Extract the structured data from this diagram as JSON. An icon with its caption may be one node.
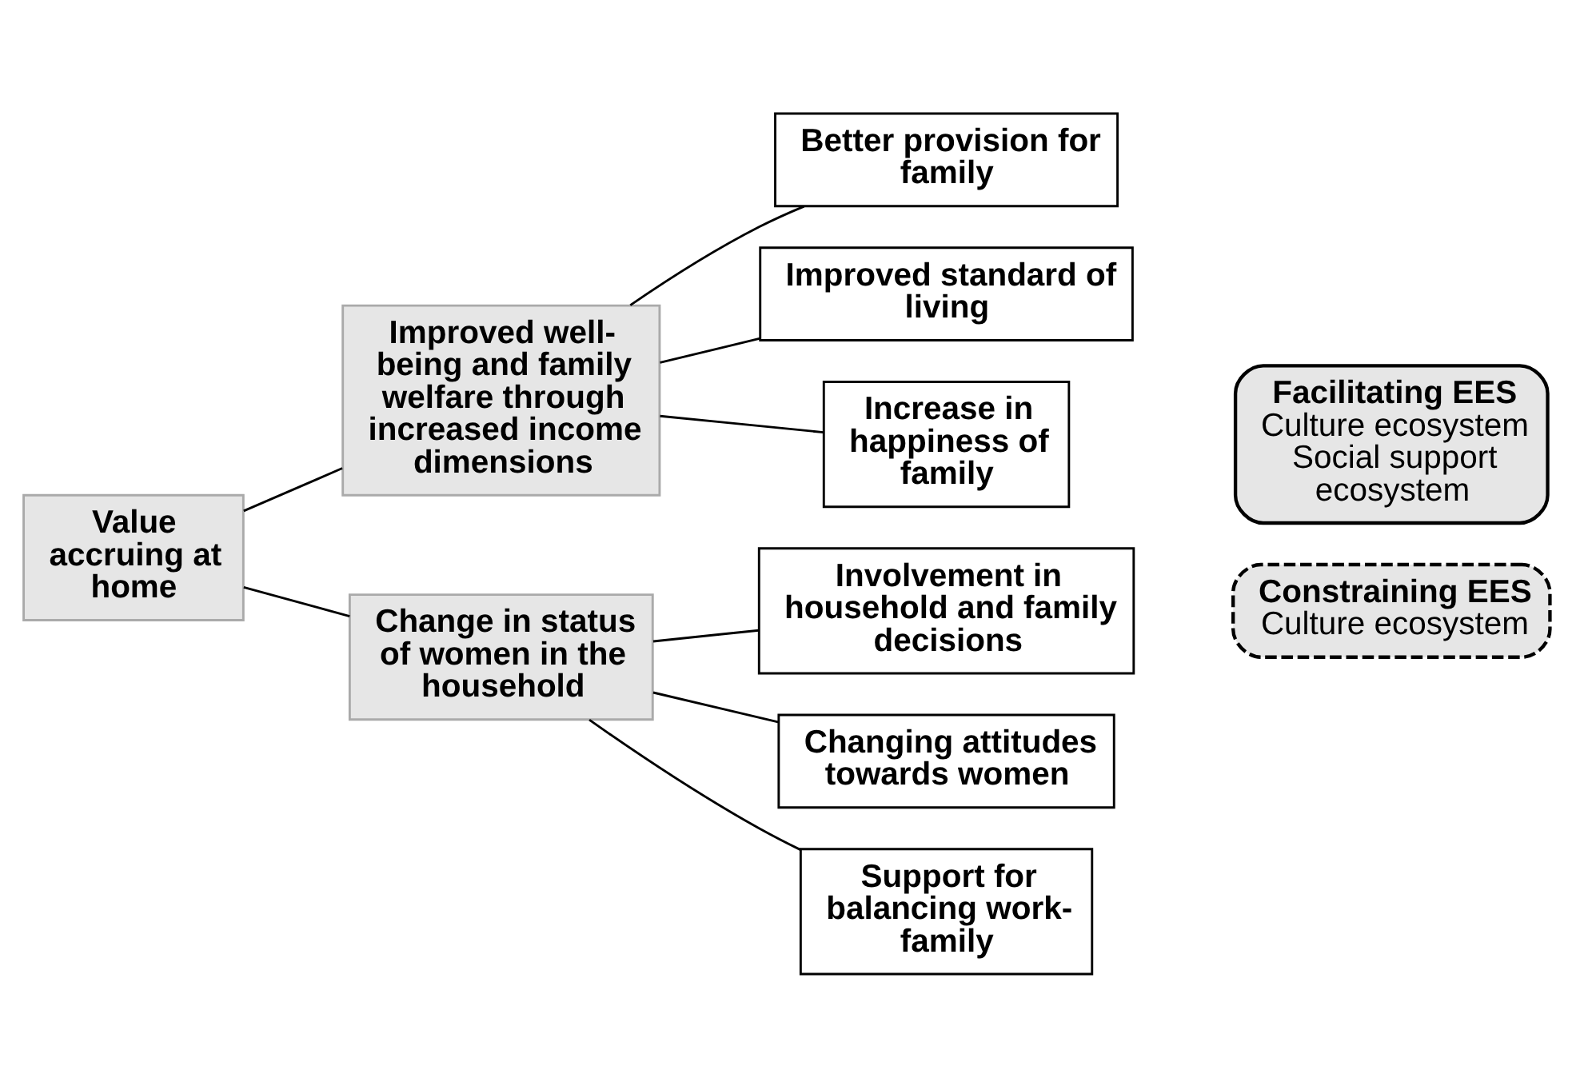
{
  "diagram": {
    "nodes": [
      {
        "text": [
          "Value accruing at home"
        ]
      },
      {
        "text": [
          "Improved well-being and family welfare through increased income dimensions"
        ]
      },
      {
        "text": [
          "Change in status of women in the household"
        ]
      },
      {
        "text": [
          "Better provision for family"
        ]
      },
      {
        "text": [
          "Improved standard of living"
        ]
      },
      {
        "text": [
          "Increase in happiness of family"
        ]
      },
      {
        "text": [
          "Involvement in household and family decisions"
        ]
      },
      {
        "text": [
          "Changing attitudes towards women"
        ]
      },
      {
        "text": [
          "Support for balancing work-family"
        ]
      },
      {
        "text": [
          "Facilitating EES",
          "Culture ecosystem",
          "Social support ecosystem"
        ]
      },
      {
        "text": [
          "Constraining EES",
          "Culture ecosystem"
        ]
      }
    ],
    "edges": [
      {
        "from": 0,
        "to": 1,
        "arrow": "none"
      },
      {
        "from": 0,
        "to": 2,
        "arrow": "none"
      },
      {
        "from": 1,
        "to": 3,
        "arrow": "none"
      },
      {
        "from": 1,
        "to": 4,
        "arrow": "none"
      },
      {
        "from": 1,
        "to": 5,
        "arrow": "none"
      },
      {
        "from": 2,
        "to": 6,
        "arrow": "none"
      },
      {
        "from": 2,
        "to": 7,
        "arrow": "none"
      },
      {
        "from": 2,
        "to": 8,
        "arrow": "none"
      }
    ]
  }
}
